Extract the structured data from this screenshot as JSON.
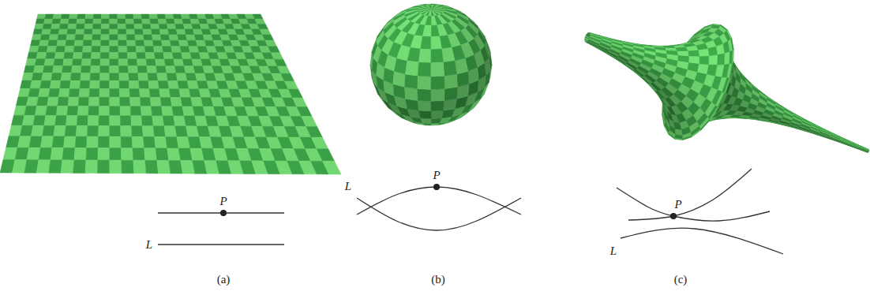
{
  "diagram": {
    "labels": [
      "P",
      "L",
      "(a)",
      "L",
      "P",
      "(b)",
      "P",
      "L",
      "(c)"
    ]
  }
}
